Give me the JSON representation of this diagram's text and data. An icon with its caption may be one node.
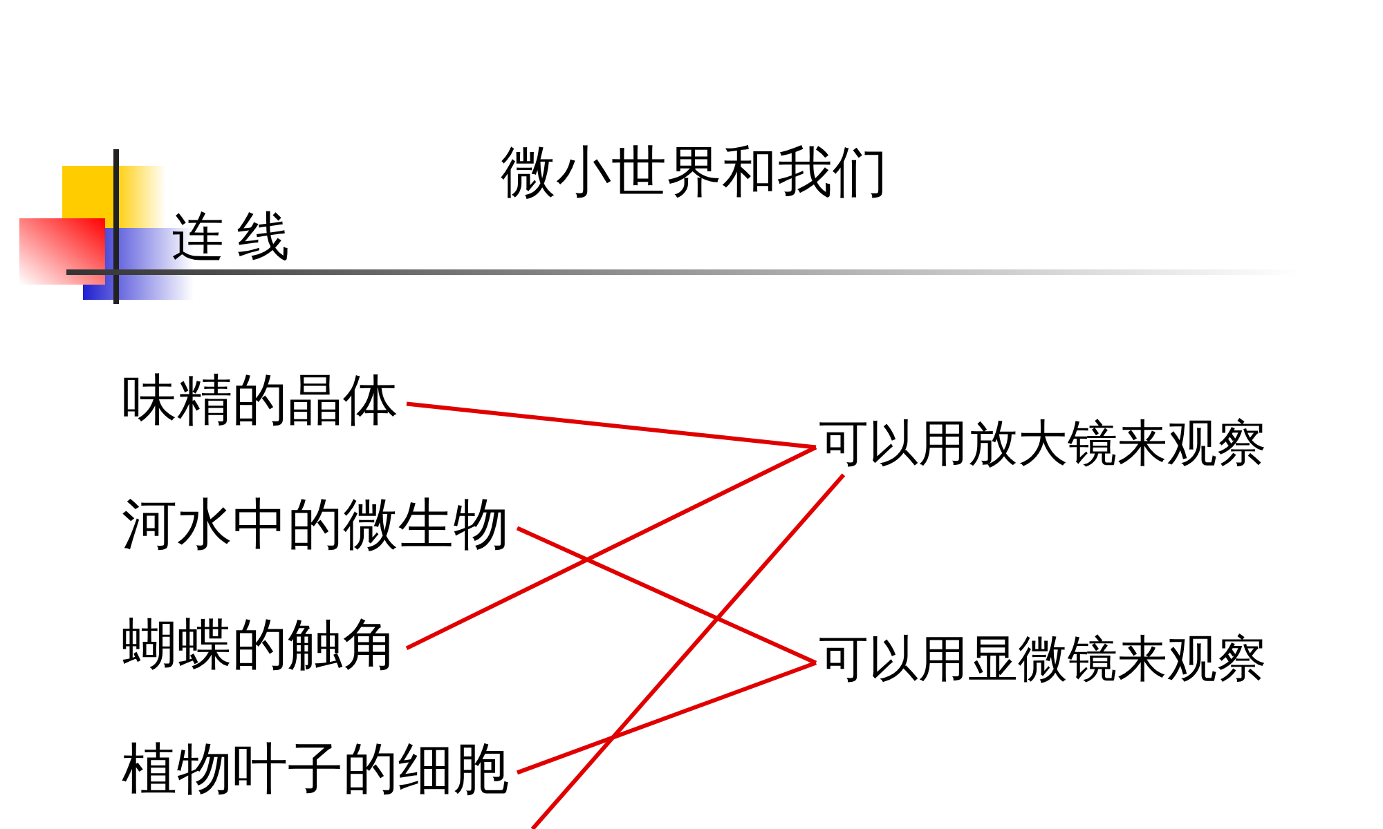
{
  "diagram": {
    "title": "微小世界和我们",
    "nodes": [
      {
        "text": [
          "味精的晶体"
        ]
      },
      {
        "text": [
          "河水中的微生物"
        ]
      },
      {
        "text": [
          "蝴蝶的触角"
        ]
      },
      {
        "text": [
          "植物叶子的细胞"
        ]
      },
      {
        "text": [
          "可以用放大镜来观察"
        ]
      },
      {
        "text": [
          "可以用显微镜来观察"
        ]
      }
    ],
    "edges": [
      {
        "from": 0,
        "to": 4,
        "arrow": "none"
      },
      {
        "from": 1,
        "to": 5,
        "arrow": "none"
      },
      {
        "from": 2,
        "to": 4,
        "arrow": "none"
      },
      {
        "from": 3,
        "to": 5,
        "arrow": "none"
      },
      {
        "from": 4,
        "to": null,
        "arrow": "none"
      }
    ],
    "labels": [
      "连 线"
    ]
  }
}
